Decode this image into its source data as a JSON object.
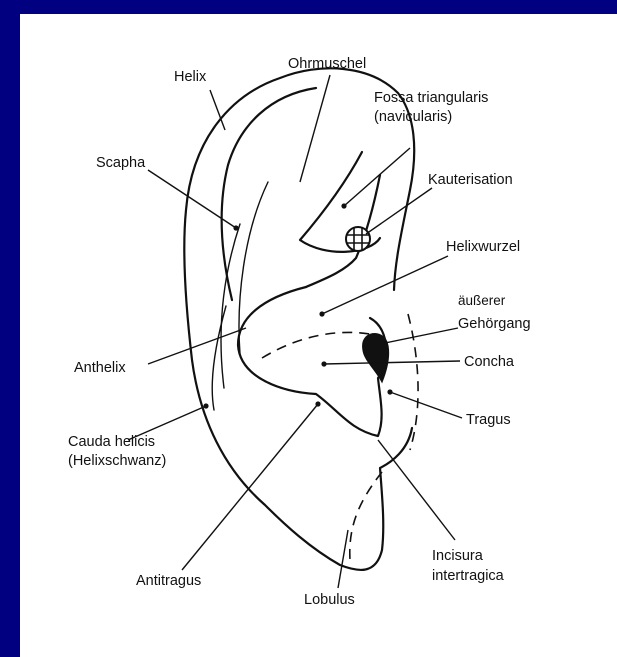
{
  "colors": {
    "frame": "#000080",
    "panel": "#ffffff",
    "ink": "#111111"
  },
  "labels": {
    "helix": "Helix",
    "ohrmuschel": "Ohrmuschel",
    "fossa_1": "Fossa triangularis",
    "fossa_2": "(navicularis)",
    "scapha": "Scapha",
    "kauterisation": "Kauterisation",
    "helixwurzel": "Helixwurzel",
    "gehoergang_1": "äußerer",
    "gehoergang_2": "Gehörgang",
    "concha": "Concha",
    "anthelix": "Anthelix",
    "tragus": "Tragus",
    "cauda_1": "Cauda helicis",
    "cauda_2": "(Helixschwanz)",
    "antitragus": "Antitragus",
    "lobulus": "Lobulus",
    "incisura_1": "Incisura",
    "incisura_2": "intertragica"
  }
}
